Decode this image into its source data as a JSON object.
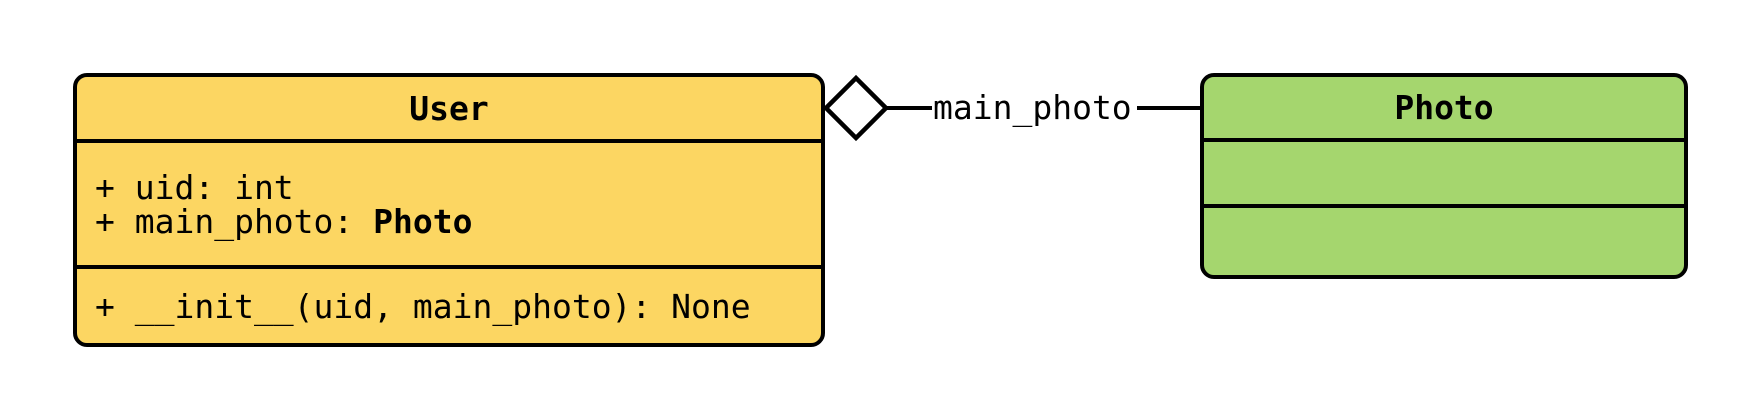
{
  "canvas": {
    "background": "#FFFFFF"
  },
  "classes": {
    "user": {
      "title": "User",
      "attr_uid": "+ uid: int",
      "attr_main_photo_prefix": "+ main_photo: ",
      "attr_main_photo_type": "Photo",
      "method_init": "+ __init__(uid, main_photo): None",
      "fill": "#FCD662"
    },
    "photo": {
      "title": "Photo",
      "fill": "#A5D66E"
    }
  },
  "relation": {
    "label": "main_photo",
    "type": "aggregation",
    "diamond": "hollow",
    "diamond_side": "User",
    "stroke": "#000000",
    "diamond_fill": "#FFFFFF"
  }
}
